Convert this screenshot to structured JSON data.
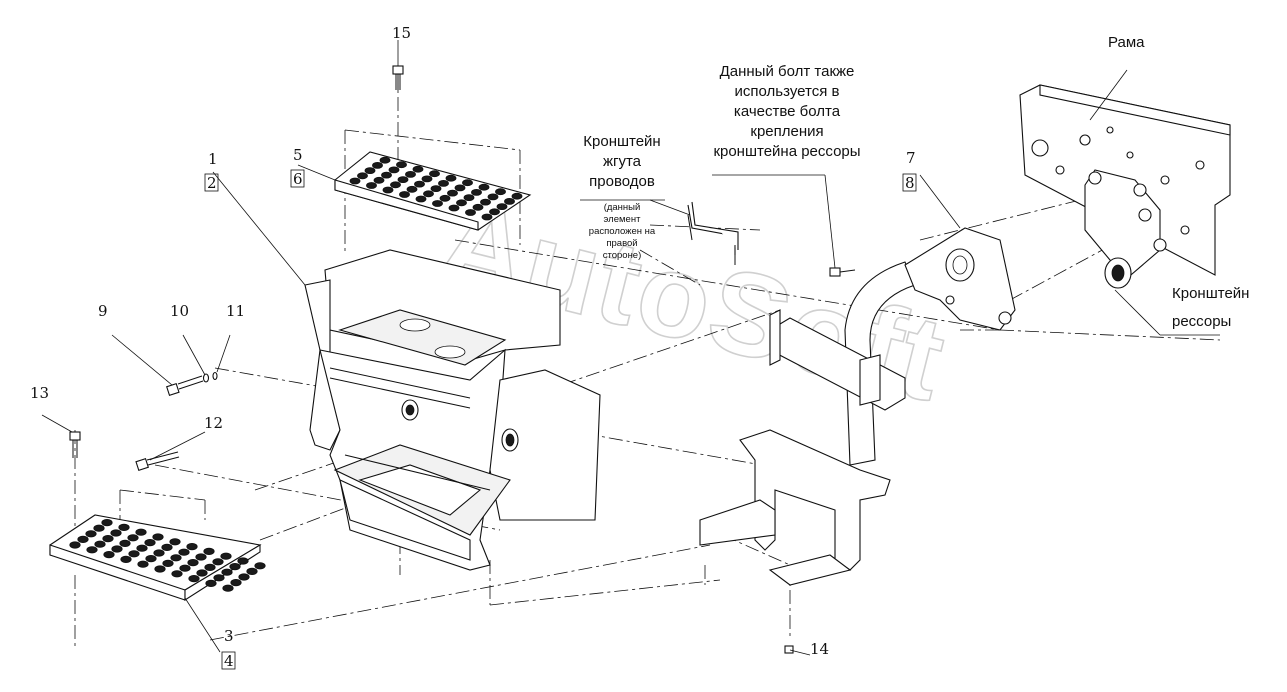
{
  "callouts": {
    "n1": "1",
    "n2": "2",
    "n3": "3",
    "n4": "4",
    "n5": "5",
    "n6": "6",
    "n7": "7",
    "n8": "8",
    "n9": "9",
    "n10": "10",
    "n11": "11",
    "n12": "12",
    "n13": "13",
    "n14": "14",
    "n15": "15"
  },
  "notes": {
    "frame": "Рама",
    "bolt_note": [
      "Данный болт также",
      "используется в",
      "качестве болта",
      "крепления",
      "кронштейна рессоры"
    ],
    "harness_bracket": [
      "Кронштейн",
      "жгута",
      "проводов"
    ],
    "harness_note": [
      "(данный",
      "элемент",
      "расположен на",
      "правой",
      "стороне)"
    ],
    "spring_bracket": [
      "Кронштейн",
      "рессоры"
    ]
  },
  "watermark": "AutoSoft"
}
